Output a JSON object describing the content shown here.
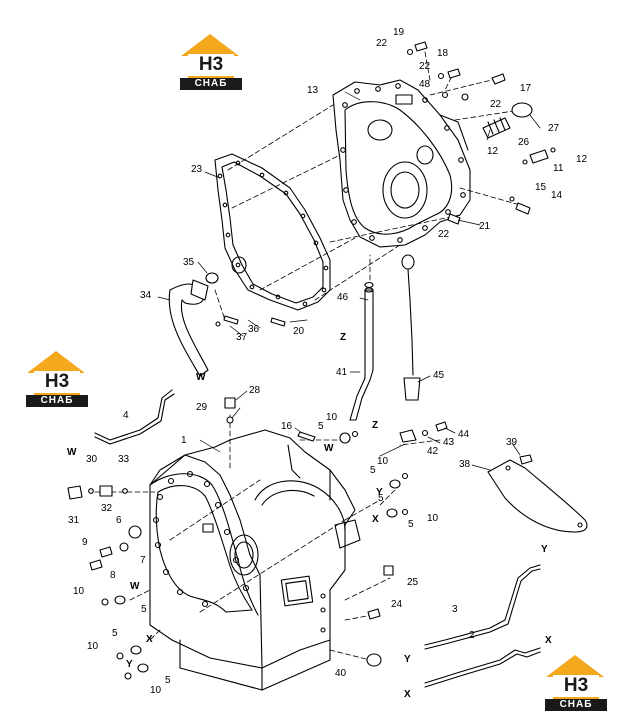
{
  "logo": {
    "mark": "H3",
    "caption": "СНАБ"
  },
  "colors": {
    "logo_fill": "#f3a81e",
    "logo_dark": "#1a1a1a",
    "ink": "#000000",
    "part_fill": "#ffffff"
  },
  "callouts": {
    "c1": "1",
    "c2": "2",
    "c3": "3",
    "c4": "4",
    "c5a": "5",
    "c5b": "5",
    "c5c": "5",
    "c5d": "5",
    "c5e": "5",
    "c5f": "5",
    "c5g": "5",
    "c5h": "5",
    "c6": "6",
    "c7": "7",
    "c8": "8",
    "c9": "9",
    "c10a": "10",
    "c10b": "10",
    "c10c": "10",
    "c10d": "10",
    "c10e": "10",
    "c10f": "10",
    "c11": "11",
    "c12a": "12",
    "c12b": "12",
    "c13": "13",
    "c14": "14",
    "c15": "15",
    "c16": "16",
    "c17": "17",
    "c18": "18",
    "c19": "19",
    "c20": "20",
    "c21": "21",
    "c22a": "22",
    "c22b": "22",
    "c22c": "22",
    "c22d": "22",
    "c23": "23",
    "c24": "24",
    "c25": "25",
    "c26": "26",
    "c27": "27",
    "c28": "28",
    "c29": "29",
    "c30": "30",
    "c31": "31",
    "c32": "32",
    "c33": "33",
    "c34": "34",
    "c35": "35",
    "c36": "36",
    "c37": "37",
    "c38": "38",
    "c39": "39",
    "c40": "40",
    "c41": "41",
    "c42": "42",
    "c43": "43",
    "c44": "44",
    "c45": "45",
    "c46": "46",
    "c48": "48"
  },
  "letters": {
    "w1": "W",
    "w2": "W",
    "w3": "W",
    "w4": "W",
    "x1": "X",
    "x2": "X",
    "x3": "X",
    "x4": "X",
    "y1": "Y",
    "y2": "Y",
    "y3": "Y",
    "y4": "Y",
    "z1": "Z",
    "z2": "Z"
  }
}
